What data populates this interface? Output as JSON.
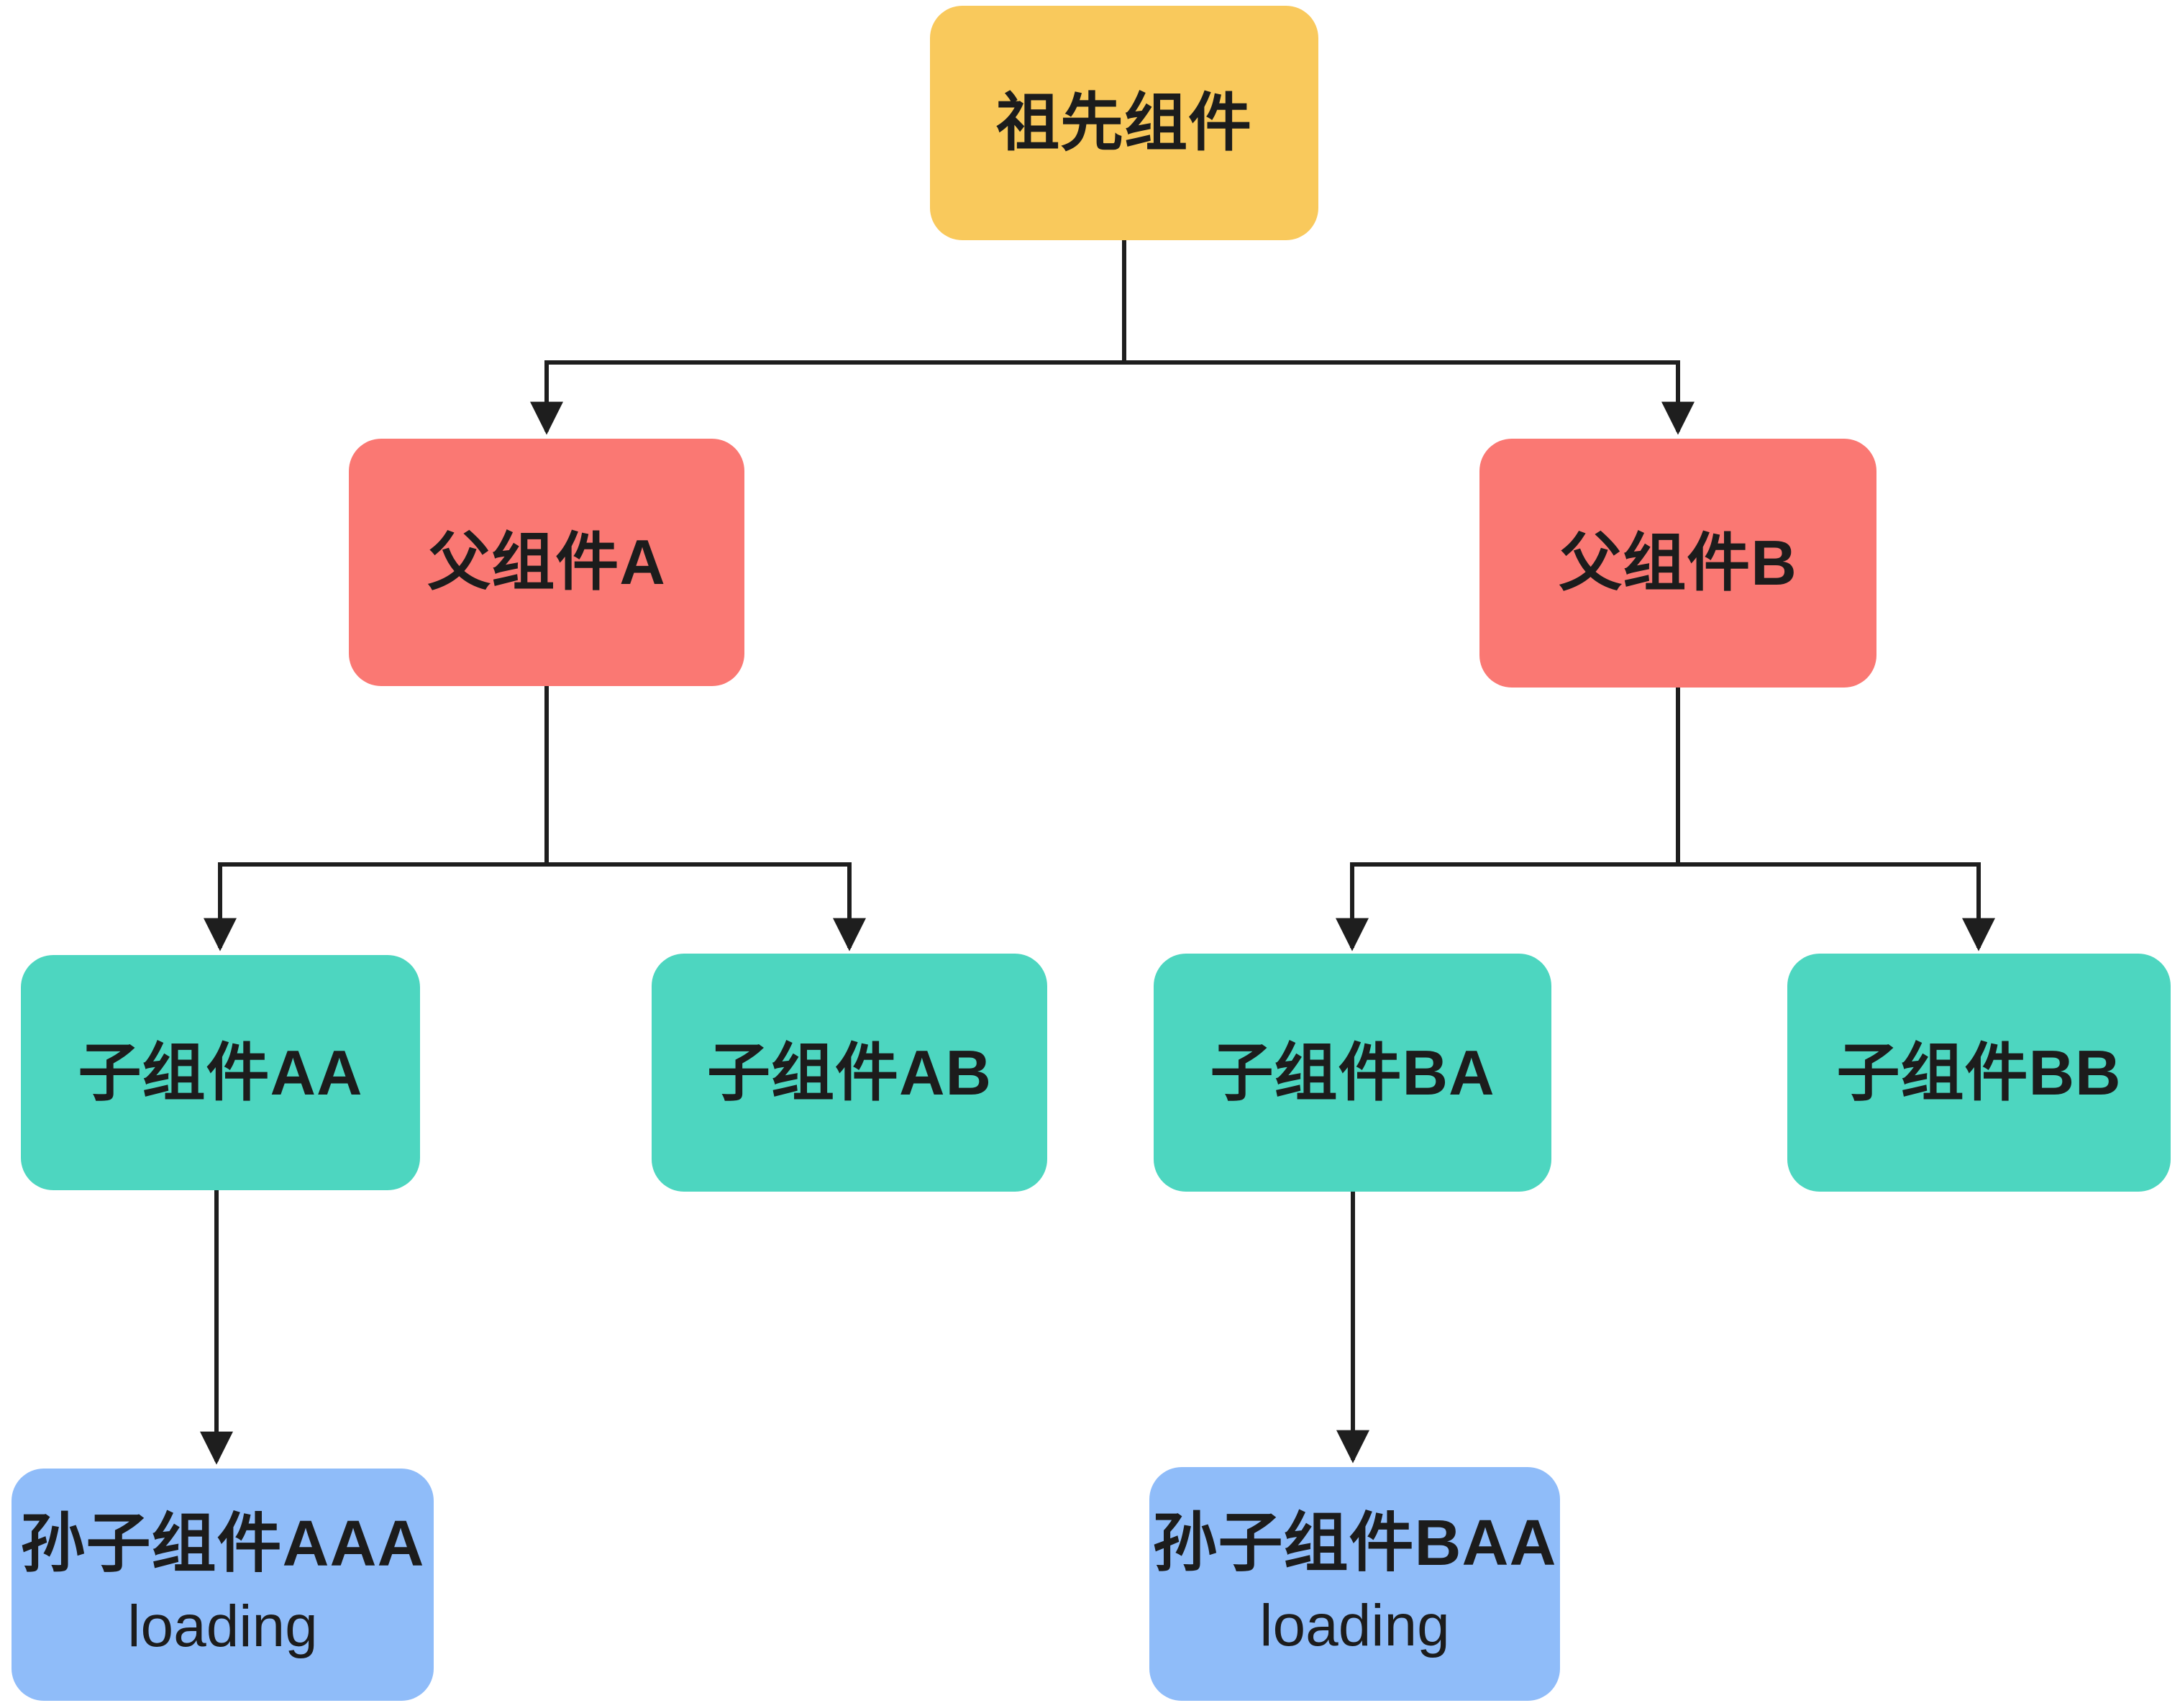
{
  "diagram": {
    "title": "component-tree",
    "background": "#ffffff",
    "line_color": "#1e1e1e",
    "text_color": "#1c1c1c",
    "nodes": {
      "ancestor": {
        "label": "祖先组件",
        "color": "#F9C95C",
        "level": 1
      },
      "parent_a": {
        "label": "父组件A",
        "color": "#FA7873",
        "level": 2
      },
      "parent_b": {
        "label": "父组件B",
        "color": "#FA7873",
        "level": 2
      },
      "child_aa": {
        "label": "子组件AA",
        "color": "#4DD6C0",
        "level": 3
      },
      "child_ab": {
        "label": "子组件AB",
        "color": "#4DD6C0",
        "level": 3
      },
      "child_ba": {
        "label": "子组件BA",
        "color": "#4DD6C0",
        "level": 3
      },
      "child_bb": {
        "label": "子组件BB",
        "color": "#4DD6C0",
        "level": 3
      },
      "grandchild_aaa": {
        "label": "孙子组件AAA",
        "status": "loading",
        "color": "#8FBCF9",
        "level": 4
      },
      "grandchild_baa": {
        "label": "孙子组件BAA",
        "status": "loading",
        "color": "#8FBCF9",
        "level": 4
      }
    },
    "edges": [
      {
        "from": "ancestor",
        "to": "parent_a"
      },
      {
        "from": "ancestor",
        "to": "parent_b"
      },
      {
        "from": "parent_a",
        "to": "child_aa"
      },
      {
        "from": "parent_a",
        "to": "child_ab"
      },
      {
        "from": "parent_b",
        "to": "child_ba"
      },
      {
        "from": "parent_b",
        "to": "child_bb"
      },
      {
        "from": "child_aa",
        "to": "grandchild_aaa"
      },
      {
        "from": "child_ba",
        "to": "grandchild_baa"
      }
    ]
  }
}
